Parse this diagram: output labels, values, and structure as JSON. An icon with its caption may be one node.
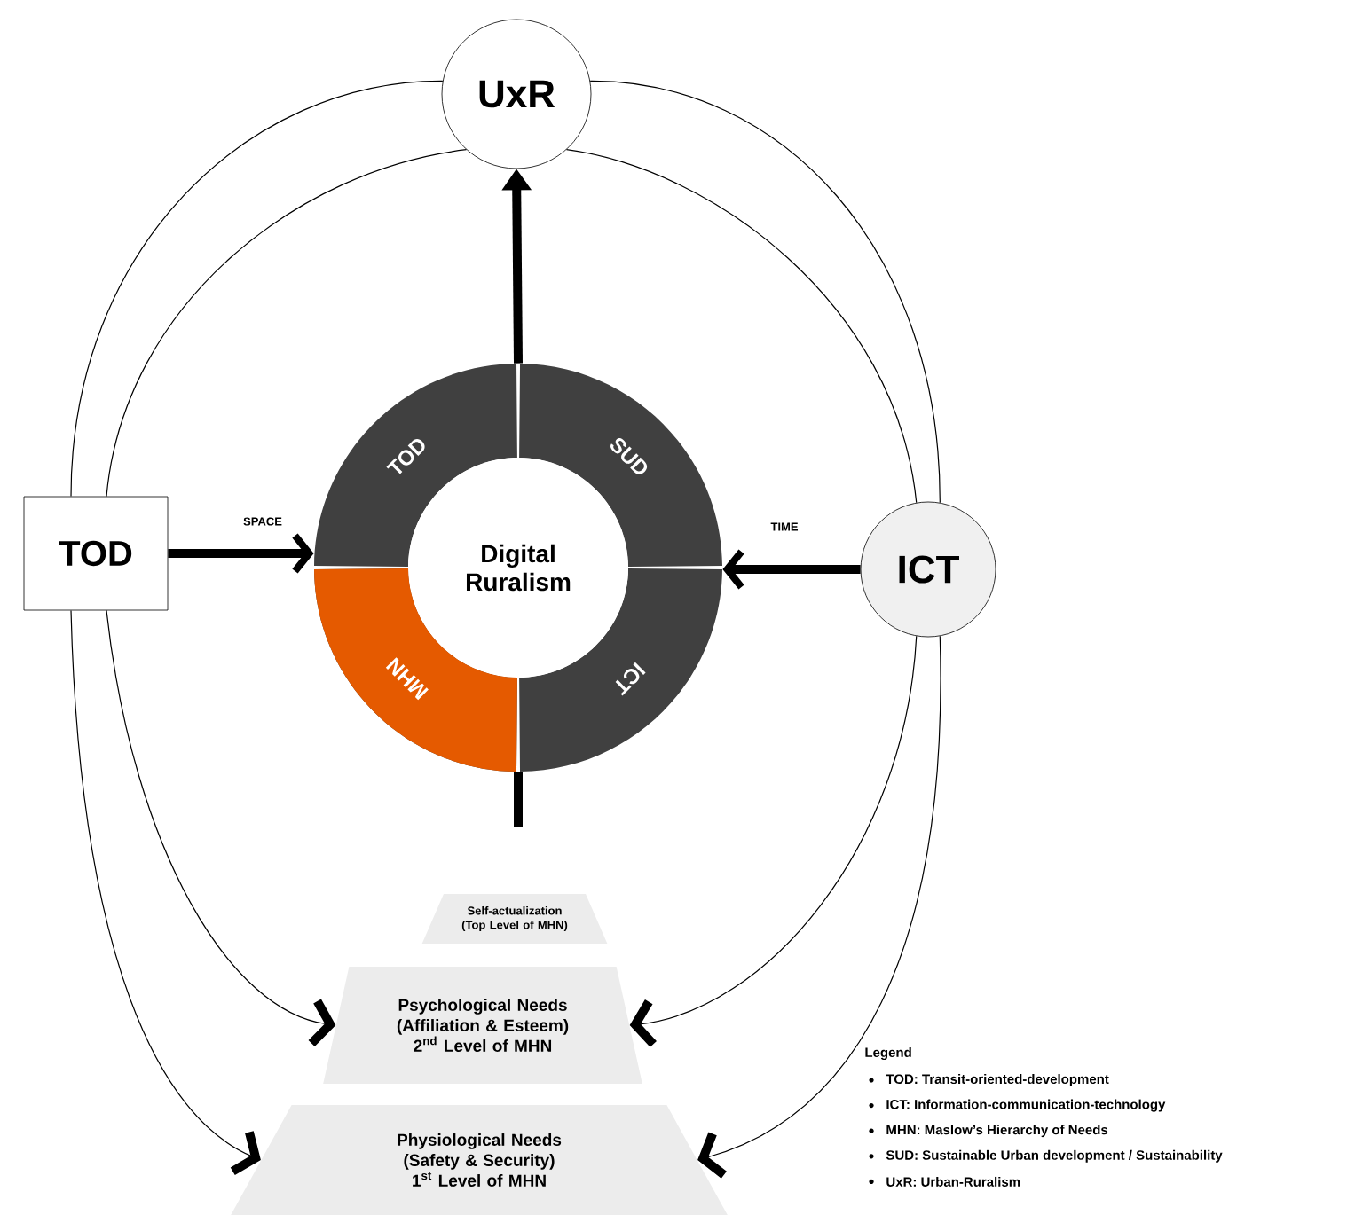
{
  "diagram": {
    "nodes": [
      {
        "text": [
          "UxR"
        ]
      },
      {
        "text": [
          "TOD"
        ]
      },
      {
        "text": [],
        "shape": "circle"
      },
      {
        "text": [
          "Digital Ruralism"
        ],
        "in": 2
      },
      {
        "text": [
          "TOD"
        ],
        "in": 2
      },
      {
        "text": [
          "SUD"
        ],
        "in": 2
      },
      {
        "text": [
          "MHN"
        ],
        "in": 2
      },
      {
        "text": [
          "ICT"
        ],
        "in": 2
      },
      {
        "text": [
          "ICT"
        ]
      },
      {
        "text": [
          "Self-actualization (Top Level of MHN)"
        ]
      },
      {
        "text": [
          "Psychological Needs (Affiliation & Esteem) 2$^{nd}$ Level of MHN"
        ]
      },
      {
        "text": [
          "Physiological Needs (Safety & Security) 1$^{st}$ Level of MHN"
        ]
      }
    ],
    "edges": [
      {
        "from": 2,
        "to": 0,
        "arrow": "to",
        "style": "thick"
      },
      {
        "from": 1,
        "to": 2,
        "arrow": "to",
        "label": "SPACE",
        "style": "thick"
      },
      {
        "from": 8,
        "to": 2,
        "arrow": "to",
        "label": "TIME",
        "style": "thick"
      },
      {
        "from": 2,
        "to": null,
        "arrow": "none",
        "style": "thick"
      },
      {
        "from": 1,
        "to": 0,
        "arrow": "none"
      },
      {
        "from": 1,
        "to": 0,
        "arrow": "none"
      },
      {
        "from": 1,
        "to": 10,
        "arrow": "to"
      },
      {
        "from": 1,
        "to": 11,
        "arrow": "to"
      },
      {
        "from": 8,
        "to": 0,
        "arrow": "none"
      },
      {
        "from": 8,
        "to": 0,
        "arrow": "none"
      },
      {
        "from": 8,
        "to": 10,
        "arrow": "to"
      },
      {
        "from": 8,
        "to": 11,
        "arrow": "to"
      }
    ],
    "labels": [
      "Legend"
    ],
    "legend": [
      {
        "text": "TOD: Transit-oriented-development"
      },
      {
        "text": "ICT: Information-communication-technology"
      },
      {
        "text": "MHN: Maslow’s Hierarchy of Needs"
      },
      {
        "text": "SUD: Sustainable Urban development / Sustainability"
      },
      {
        "text": "UxR: Urban-Ruralism"
      }
    ]
  }
}
